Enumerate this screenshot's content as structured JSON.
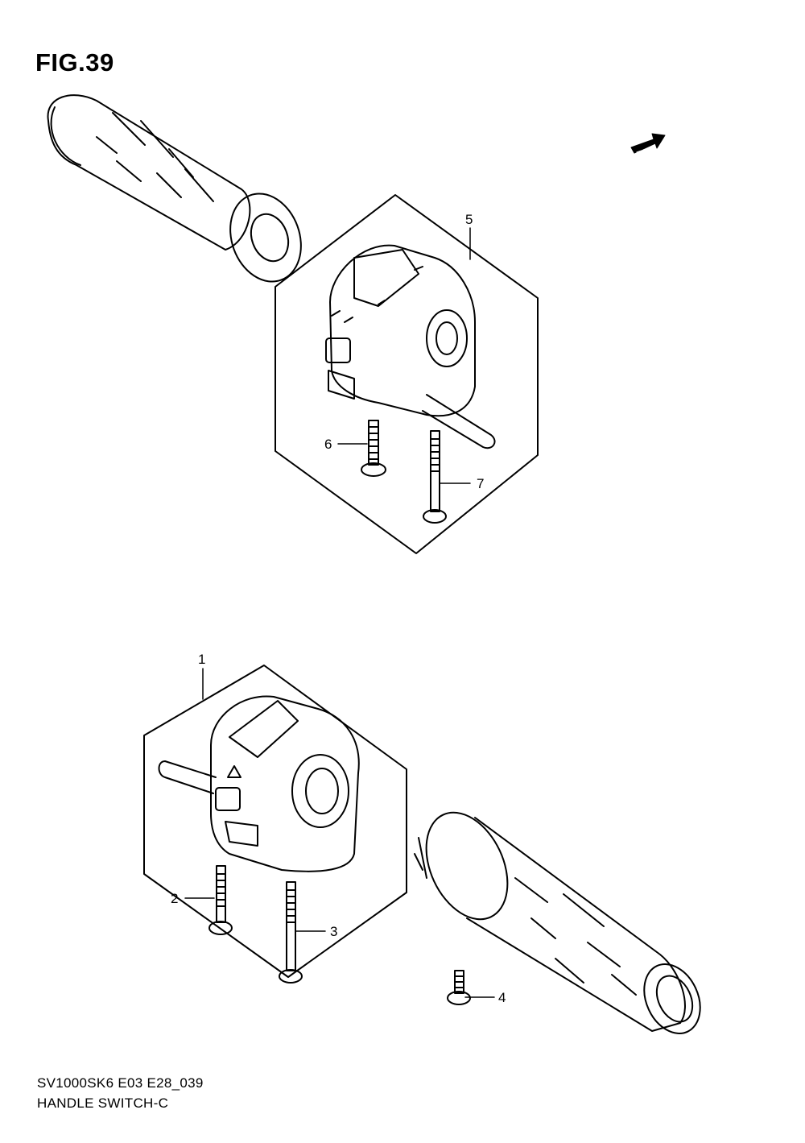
{
  "figure": {
    "title": "FIG.39"
  },
  "fwd_label": "FWD",
  "callouts": [
    {
      "id": "callout-1",
      "label": "1"
    },
    {
      "id": "callout-2",
      "label": "2"
    },
    {
      "id": "callout-3",
      "label": "3"
    },
    {
      "id": "callout-4",
      "label": "4"
    },
    {
      "id": "callout-5",
      "label": "5"
    },
    {
      "id": "callout-6",
      "label": "6"
    },
    {
      "id": "callout-7",
      "label": "7"
    }
  ],
  "footer": {
    "model_code": "SV1000SK6 E03 E28_039",
    "caption": "HANDLE SWITCH-C"
  }
}
